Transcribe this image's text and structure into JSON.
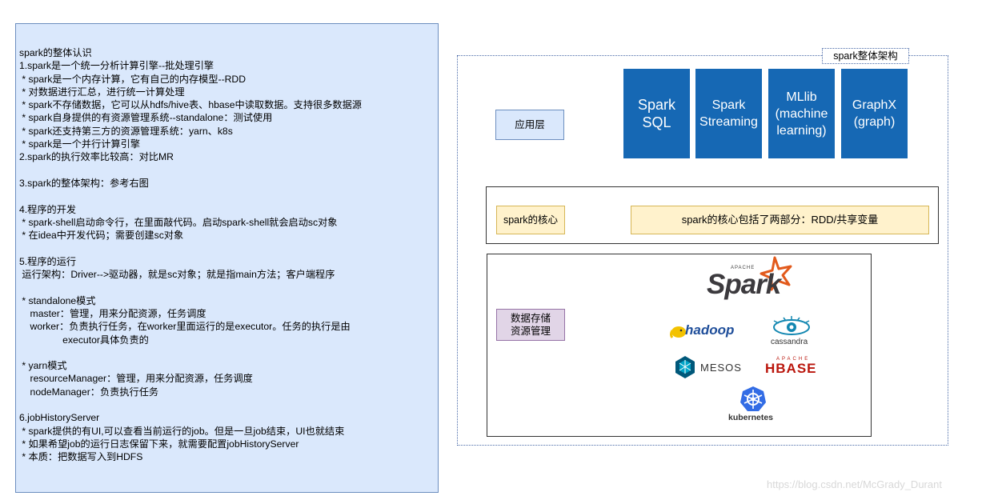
{
  "notes": [
    "spark的整体认识",
    "1.spark是一个统一分析计算引擎--批处理引擎",
    " * spark是一个内存计算，它有自己的内存模型--RDD",
    " * 对数据进行汇总，进行统一计算处理",
    " * spark不存储数据，它可以从hdfs/hive表、hbase中读取数据。支持很多数据源",
    " * spark自身提供的有资源管理系统--standalone：测试使用",
    " * spark还支持第三方的资源管理系统：yarn、k8s",
    " * spark是一个并行计算引擎",
    "2.spark的执行效率比较高：对比MR",
    "",
    "3.spark的整体架构：参考右图",
    "",
    "4.程序的开发",
    " * spark-shell启动命令行，在里面敲代码。启动spark-shell就会启动sc对象",
    " * 在idea中开发代码；需要创建sc对象",
    "",
    "5.程序的运行",
    " 运行架构：Driver-->驱动器，就是sc对象；就是指main方法；客户端程序",
    "",
    " * standalone模式",
    "    master：管理，用来分配资源，任务调度",
    "    worker：负责执行任务，在worker里面运行的是executor。任务的执行是由",
    "                executor具体负责的",
    "",
    " * yarn模式",
    "    resourceManager：管理，用来分配资源，任务调度",
    "    nodeManager：负责执行任务",
    "",
    "6.jobHistoryServer",
    " * spark提供的有UI,可以查看当前运行的job。但是一旦job结束，UI也就结束",
    " * 如果希望job的运行日志保留下来，就需要配置jobHistoryServer",
    " * 本质：把数据写入到HDFS"
  ],
  "architecture": {
    "title": "spark整体架构",
    "app_layer_label": "应用层",
    "modules": [
      "Spark\nSQL",
      "Spark\nStreaming",
      "MLlib\n(machine\nlearning)",
      "GraphX\n(graph)"
    ],
    "core_label": "spark的核心",
    "core_description": "spark的核心包括了两部分：RDD/共享变量",
    "storage_label_line1": "数据存储",
    "storage_label_line2": "资源管理",
    "logos": {
      "spark_apache": "APACHE",
      "spark": "Spark",
      "hadoop": "hadoop",
      "cassandra": "cassandra",
      "mesos": "MESOS",
      "hbase_apache": "APACHE",
      "hbase": "HBASE",
      "kubernetes": "kubernetes"
    }
  },
  "watermark": "https://blog.csdn.net/McGrady_Durant",
  "colors": {
    "note_fill": "#dae8fc",
    "module_fill": "#1668b4",
    "core_fill": "#fff2cc",
    "storage_fill": "#e1d5e7",
    "spark_orange": "#e25a1c",
    "hadoop_yellow": "#f3c200",
    "mesos_teal": "#00587a",
    "hbase_red": "#ba160c",
    "kubernetes_blue": "#326ce5"
  }
}
